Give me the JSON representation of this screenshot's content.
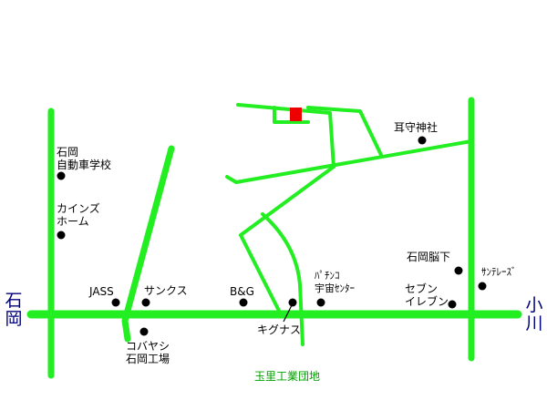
{
  "colors": {
    "road": "#22ee22",
    "destination": "#ee0000",
    "city_label": "#00007a",
    "industrial_label": "#00a000",
    "marker": "#000000"
  },
  "city_labels": {
    "west": {
      "line1": "石",
      "line2": "岡"
    },
    "east": {
      "line1": "小",
      "line2": "川"
    }
  },
  "landmarks": {
    "ishioka_driving_school": {
      "line1": "石岡",
      "line2": "自動車学校"
    },
    "cainz_home": {
      "line1": "カインズ",
      "line2": "ホーム"
    },
    "jass": "JASS",
    "sunkus": "サンクス",
    "b_and_g": "B&G",
    "kigunasu": "キグナス",
    "pachinko_uchu": {
      "line1": "ﾊﾟﾁﾝｺ",
      "line2": "宇宙ｾﾝﾀｰ"
    },
    "seven_eleven": {
      "line1": "セブン",
      "line2": "イレブン"
    },
    "ishioka_noushita": "石岡脳下",
    "sun_teles": "ｻﾝﾃﾚｰｽﾞ",
    "mimimori_shrine": "耳守神社",
    "kobayashi_factory": {
      "line1": "コバヤシ",
      "line2": "石岡工場"
    },
    "tamari_industrial_park": "玉里工業団地"
  }
}
